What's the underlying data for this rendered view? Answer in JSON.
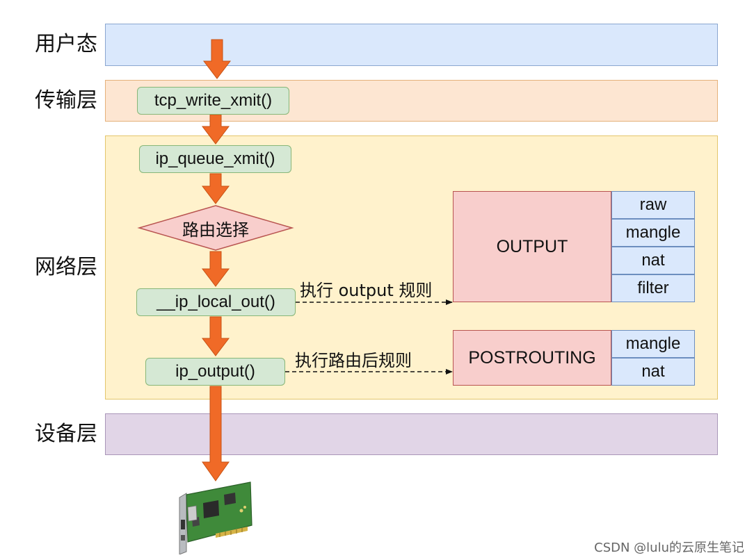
{
  "layers": {
    "user": "用户态",
    "transport": "传输层",
    "network": "网络层",
    "device": "设备层"
  },
  "functions": {
    "tcp_write_xmit": "tcp_write_xmit()",
    "ip_queue_xmit": "ip_queue_xmit()",
    "ip_local_out": "__ip_local_out()",
    "ip_output": "ip_output()"
  },
  "decision": "路由选择",
  "edges": {
    "output_rule": "执行 output 规则",
    "postrouting_rule": "执行路由后规则"
  },
  "chains": {
    "output": {
      "name": "OUTPUT",
      "tables": [
        "raw",
        "mangle",
        "nat",
        "filter"
      ]
    },
    "postrouting": {
      "name": "POSTROUTING",
      "tables": [
        "mangle",
        "nat"
      ]
    }
  },
  "colors": {
    "flow_arrow": "#f06a27",
    "user_band": "#dae8fc",
    "transport_band": "#fde6d2",
    "network_band": "#fff2cc",
    "device_band": "#e1d5e7",
    "function_box": "#d5e8d4",
    "decision": "#f8cecc",
    "chain": "#f8cecc",
    "table_cell": "#dae8fc"
  },
  "icons": {
    "nic": "network-card-icon"
  },
  "watermark": "CSDN @lulu的云原生笔记"
}
